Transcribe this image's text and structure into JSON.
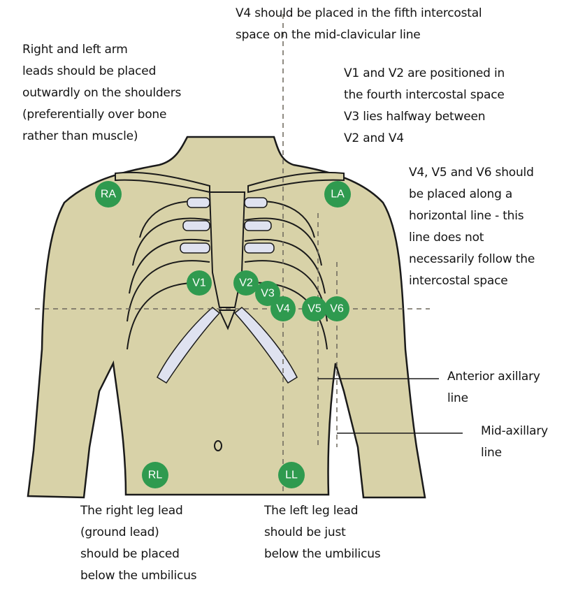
{
  "annotations": {
    "v4_placement": [
      "V4 should be placed in the fifth intercostal",
      "space on the mid-clavicular line"
    ],
    "arm_leads": [
      "Right and left arm",
      "leads should be placed",
      "outwardly on the shoulders",
      "(preferentially over bone",
      "rather than muscle)"
    ],
    "v1_v2_v3": [
      "V1 and V2 are positioned in",
      "the fourth intercostal space",
      "V3 lies halfway between",
      "V2 and V4"
    ],
    "v4_v5_v6": [
      "V4, V5 and V6 should",
      "be placed along a",
      "horizontal line - this",
      "line does not",
      "necessarily follow the",
      "intercostal space"
    ],
    "anterior_axillary": [
      "Anterior axillary",
      "line"
    ],
    "mid_axillary": [
      "Mid-axillary",
      "line"
    ],
    "right_leg": [
      "The right leg lead",
      "(ground lead)",
      "should be placed",
      "below the umbilicus"
    ],
    "left_leg": [
      "The left leg lead",
      "should be just",
      "below the umbilicus"
    ]
  },
  "leads": {
    "ra": "RA",
    "la": "LA",
    "v1": "V1",
    "v2": "V2",
    "v3": "V3",
    "v4": "V4",
    "v5": "V5",
    "v6": "V6",
    "rl": "RL",
    "ll": "LL"
  },
  "colors": {
    "skin": "#d8d2a8",
    "lead": "#2f9a4f",
    "rib_cartilage": "#dfe2f0",
    "outline": "#1a1a1a"
  }
}
